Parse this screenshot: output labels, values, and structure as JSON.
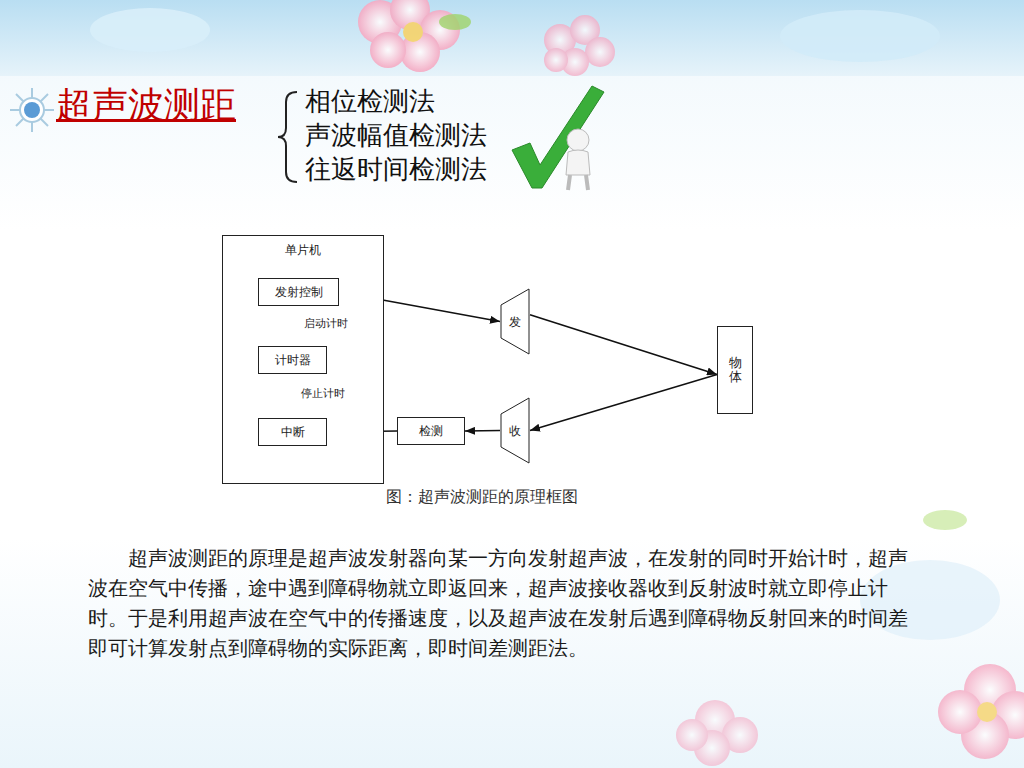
{
  "diagram": {
    "title": "超声波测距",
    "caption": "图：超声波测距的原理框图",
    "nodes": [
      {
        "text": [
          "单片机"
        ]
      },
      {
        "text": [
          "发射控制"
        ],
        "in": 0
      },
      {
        "text": [
          "计时器"
        ],
        "in": 0
      },
      {
        "text": [
          "中断"
        ],
        "in": 0
      },
      {
        "text": [
          "发"
        ]
      },
      {
        "text": [
          "收"
        ]
      },
      {
        "text": [
          "检测"
        ]
      },
      {
        "text": [
          "物体"
        ]
      }
    ],
    "edges": [
      {
        "from": 1,
        "to": 4,
        "arrow": "to"
      },
      {
        "from": 1,
        "to": 2,
        "label": "启动计时",
        "arrow": "to"
      },
      {
        "from": 3,
        "to": 2,
        "label": "停止计时",
        "arrow": "to"
      },
      {
        "from": 4,
        "to": 7,
        "arrow": "to"
      },
      {
        "from": 7,
        "to": 5,
        "arrow": "to"
      },
      {
        "from": 5,
        "to": 6,
        "arrow": "to"
      },
      {
        "from": 6,
        "to": 3,
        "arrow": "to"
      }
    ],
    "labels": [
      "相位检测法",
      "声波幅值检测法",
      "往返时间检测法",
      "超声波测距的原理是超声波发射器向某一方向发射超声波，在发射的同时开始计时，超声波在空气中传播，途中遇到障碍物就立即返回来，超声波接收器收到反射波时就立即停止计时。于是利用超声波在空气中的传播速度，以及超声波在发射后遇到障碍物反射回来的时间差即可计算发射点到障碍物的实际距离，即时间差测距法。"
    ]
  }
}
